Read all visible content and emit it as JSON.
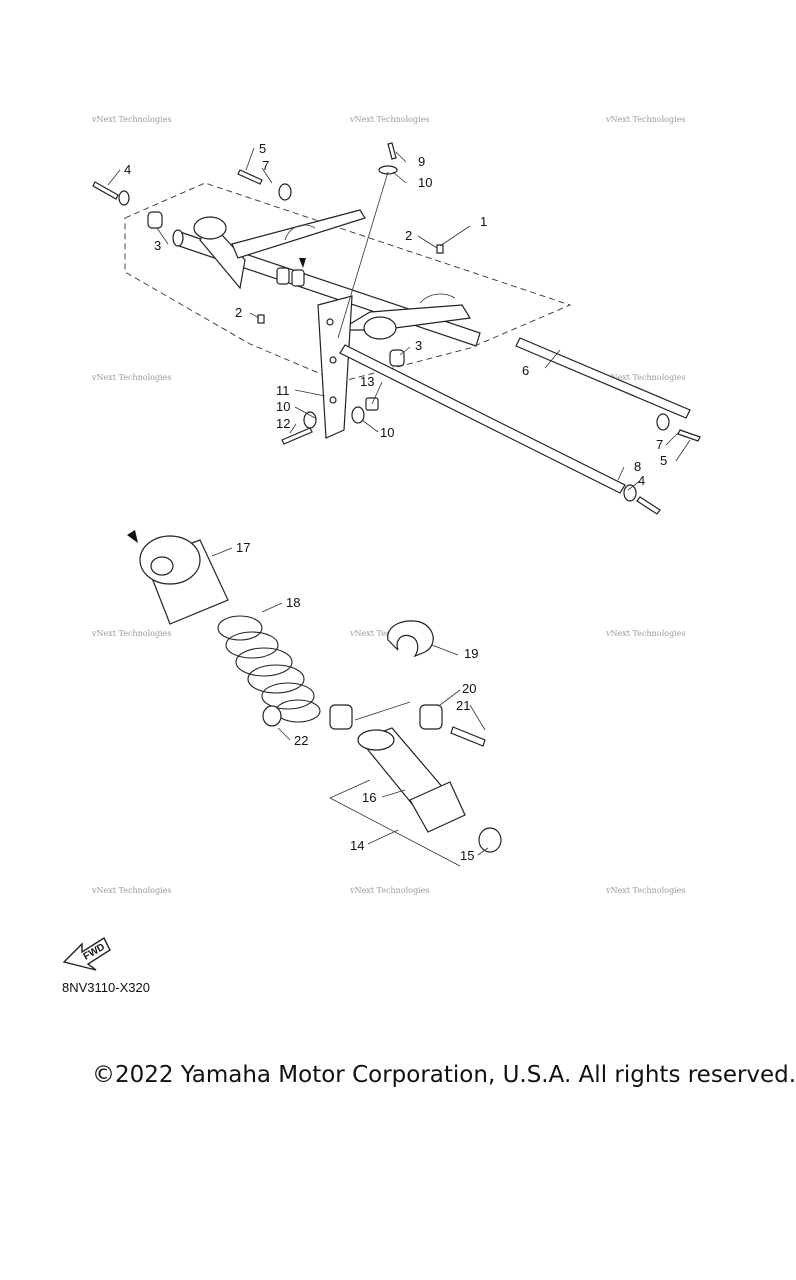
{
  "diagram": {
    "code": "8NV3110-X320",
    "fwd_label": "FWD",
    "watermark_text": "vNext Technologies",
    "copyright": "©2022 Yamaha Motor Corporation, U.S.A. All rights reserved.",
    "callouts": [
      "1",
      "2",
      "2",
      "3",
      "3",
      "4",
      "4",
      "5",
      "5",
      "6",
      "7",
      "7",
      "8",
      "9",
      "10",
      "10",
      "10",
      "11",
      "12",
      "13",
      "14",
      "15",
      "16",
      "17",
      "18",
      "19",
      "20",
      "21",
      "22"
    ]
  }
}
